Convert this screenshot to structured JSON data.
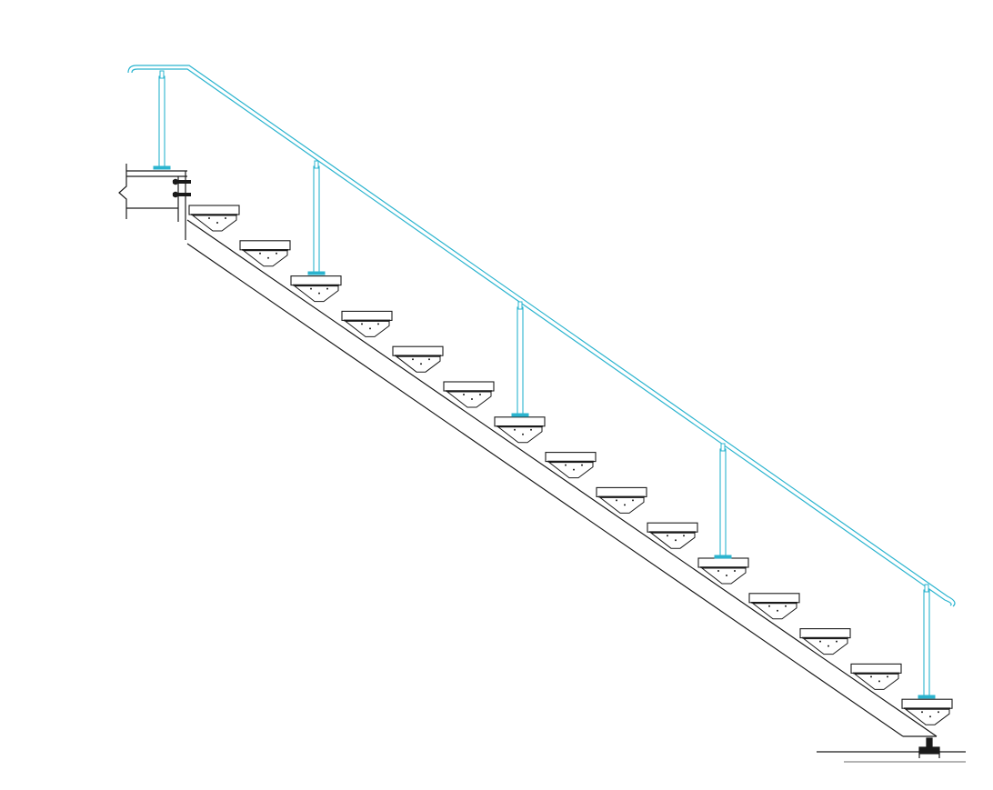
{
  "drawing": {
    "kind": "stair-elevation",
    "treads": 15,
    "posts": 5,
    "colors": {
      "background": "#ffffff",
      "line": "#1a1a1a",
      "handrail": "#2bb4cf",
      "post": "#2bb4cf",
      "bolt": "#1a1a1a"
    }
  }
}
